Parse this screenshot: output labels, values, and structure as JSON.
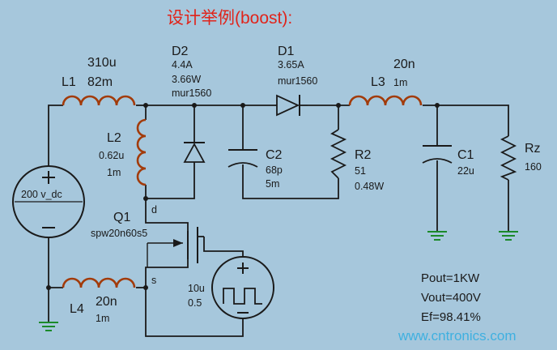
{
  "title": "设计举例(boost):",
  "components": {
    "l1": {
      "name": "L1",
      "value1": "310u",
      "value2": "82m"
    },
    "l2": {
      "name": "L2",
      "value1": "0.62u",
      "value2": "1m"
    },
    "l3": {
      "name": "L3",
      "value1": "20n",
      "value2": "1m"
    },
    "l4": {
      "name": "L4",
      "value1": "20n",
      "value2": "1m"
    },
    "d1": {
      "name": "D1",
      "current": "3.65A",
      "part": "mur1560"
    },
    "d2": {
      "name": "D2",
      "current": "4.4A",
      "power": "3.66W",
      "part": "mur1560"
    },
    "c1": {
      "name": "C1",
      "value": "22u"
    },
    "c2": {
      "name": "C2",
      "value1": "68p",
      "value2": "5m"
    },
    "r2": {
      "name": "R2",
      "value1": "51",
      "value2": "0.48W"
    },
    "rz": {
      "name": "Rz",
      "value": "160"
    },
    "vin": {
      "value": "200 v_dc"
    },
    "q1": {
      "name": "Q1",
      "part": "spw20n60s5",
      "drain_pin": "d",
      "source_pin": "s"
    },
    "pulse": {
      "value1": "10u",
      "value2": "0.5"
    }
  },
  "results": {
    "pout": "Pout=1KW",
    "vout": "Vout=400V",
    "ef": "Ef=98.41%"
  },
  "watermark": "www.cntronics.com"
}
